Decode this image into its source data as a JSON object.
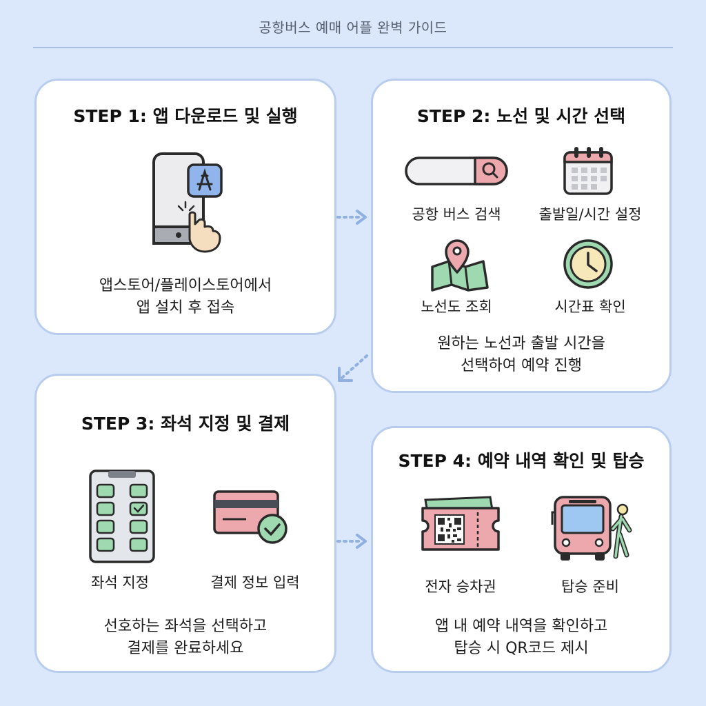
{
  "header": {
    "title": "공항버스 예매 어플 완벽 가이드"
  },
  "colors": {
    "background": "#dbe8fb",
    "card_border": "#b8cdee",
    "green": "#9fd9b0",
    "pink": "#eda8ae",
    "blue_glyph": "#7fa8e6",
    "bus_window": "#9ec7f2"
  },
  "steps": [
    {
      "title": "STEP 1: 앱 다운로드 및 실행",
      "icons": [
        {
          "icon": "smartphone-appstore-tap-icon"
        }
      ],
      "desc": [
        "앱스토어/플레이스토어에서",
        "앱 설치 후 접속"
      ]
    },
    {
      "title": "STEP 2: 노선 및 시간 선택",
      "icons": [
        {
          "icon": "search-bar-icon",
          "label": "공항 버스 검색"
        },
        {
          "icon": "calendar-icon",
          "label": "출발일/시간 설정"
        },
        {
          "icon": "map-pin-icon",
          "label": "노선도 조회"
        },
        {
          "icon": "clock-icon",
          "label": "시간표 확인"
        }
      ],
      "desc": [
        "원하는 노선과 출발 시간을",
        "선택하여 예약 진행"
      ]
    },
    {
      "title": "STEP 3: 좌석 지정 및 결제",
      "icons": [
        {
          "icon": "seat-map-icon",
          "label": "좌석 지정"
        },
        {
          "icon": "credit-card-check-icon",
          "label": "결제 정보 입력"
        }
      ],
      "desc": [
        "선호하는 좌석을 선택하고",
        "결제를 완료하세요"
      ]
    },
    {
      "title": "STEP 4: 예약 내역 확인 및 탑승",
      "icons": [
        {
          "icon": "qr-ticket-icon",
          "label": "전자 승차권"
        },
        {
          "icon": "bus-passenger-icon",
          "label": "탑승 준비"
        }
      ],
      "desc": [
        "앱 내 예약 내역을 확인하고",
        "탑승 시 QR코드 제시"
      ]
    }
  ],
  "arrows": [
    "arrow-right-icon",
    "arrow-down-left-icon",
    "arrow-right-icon"
  ]
}
